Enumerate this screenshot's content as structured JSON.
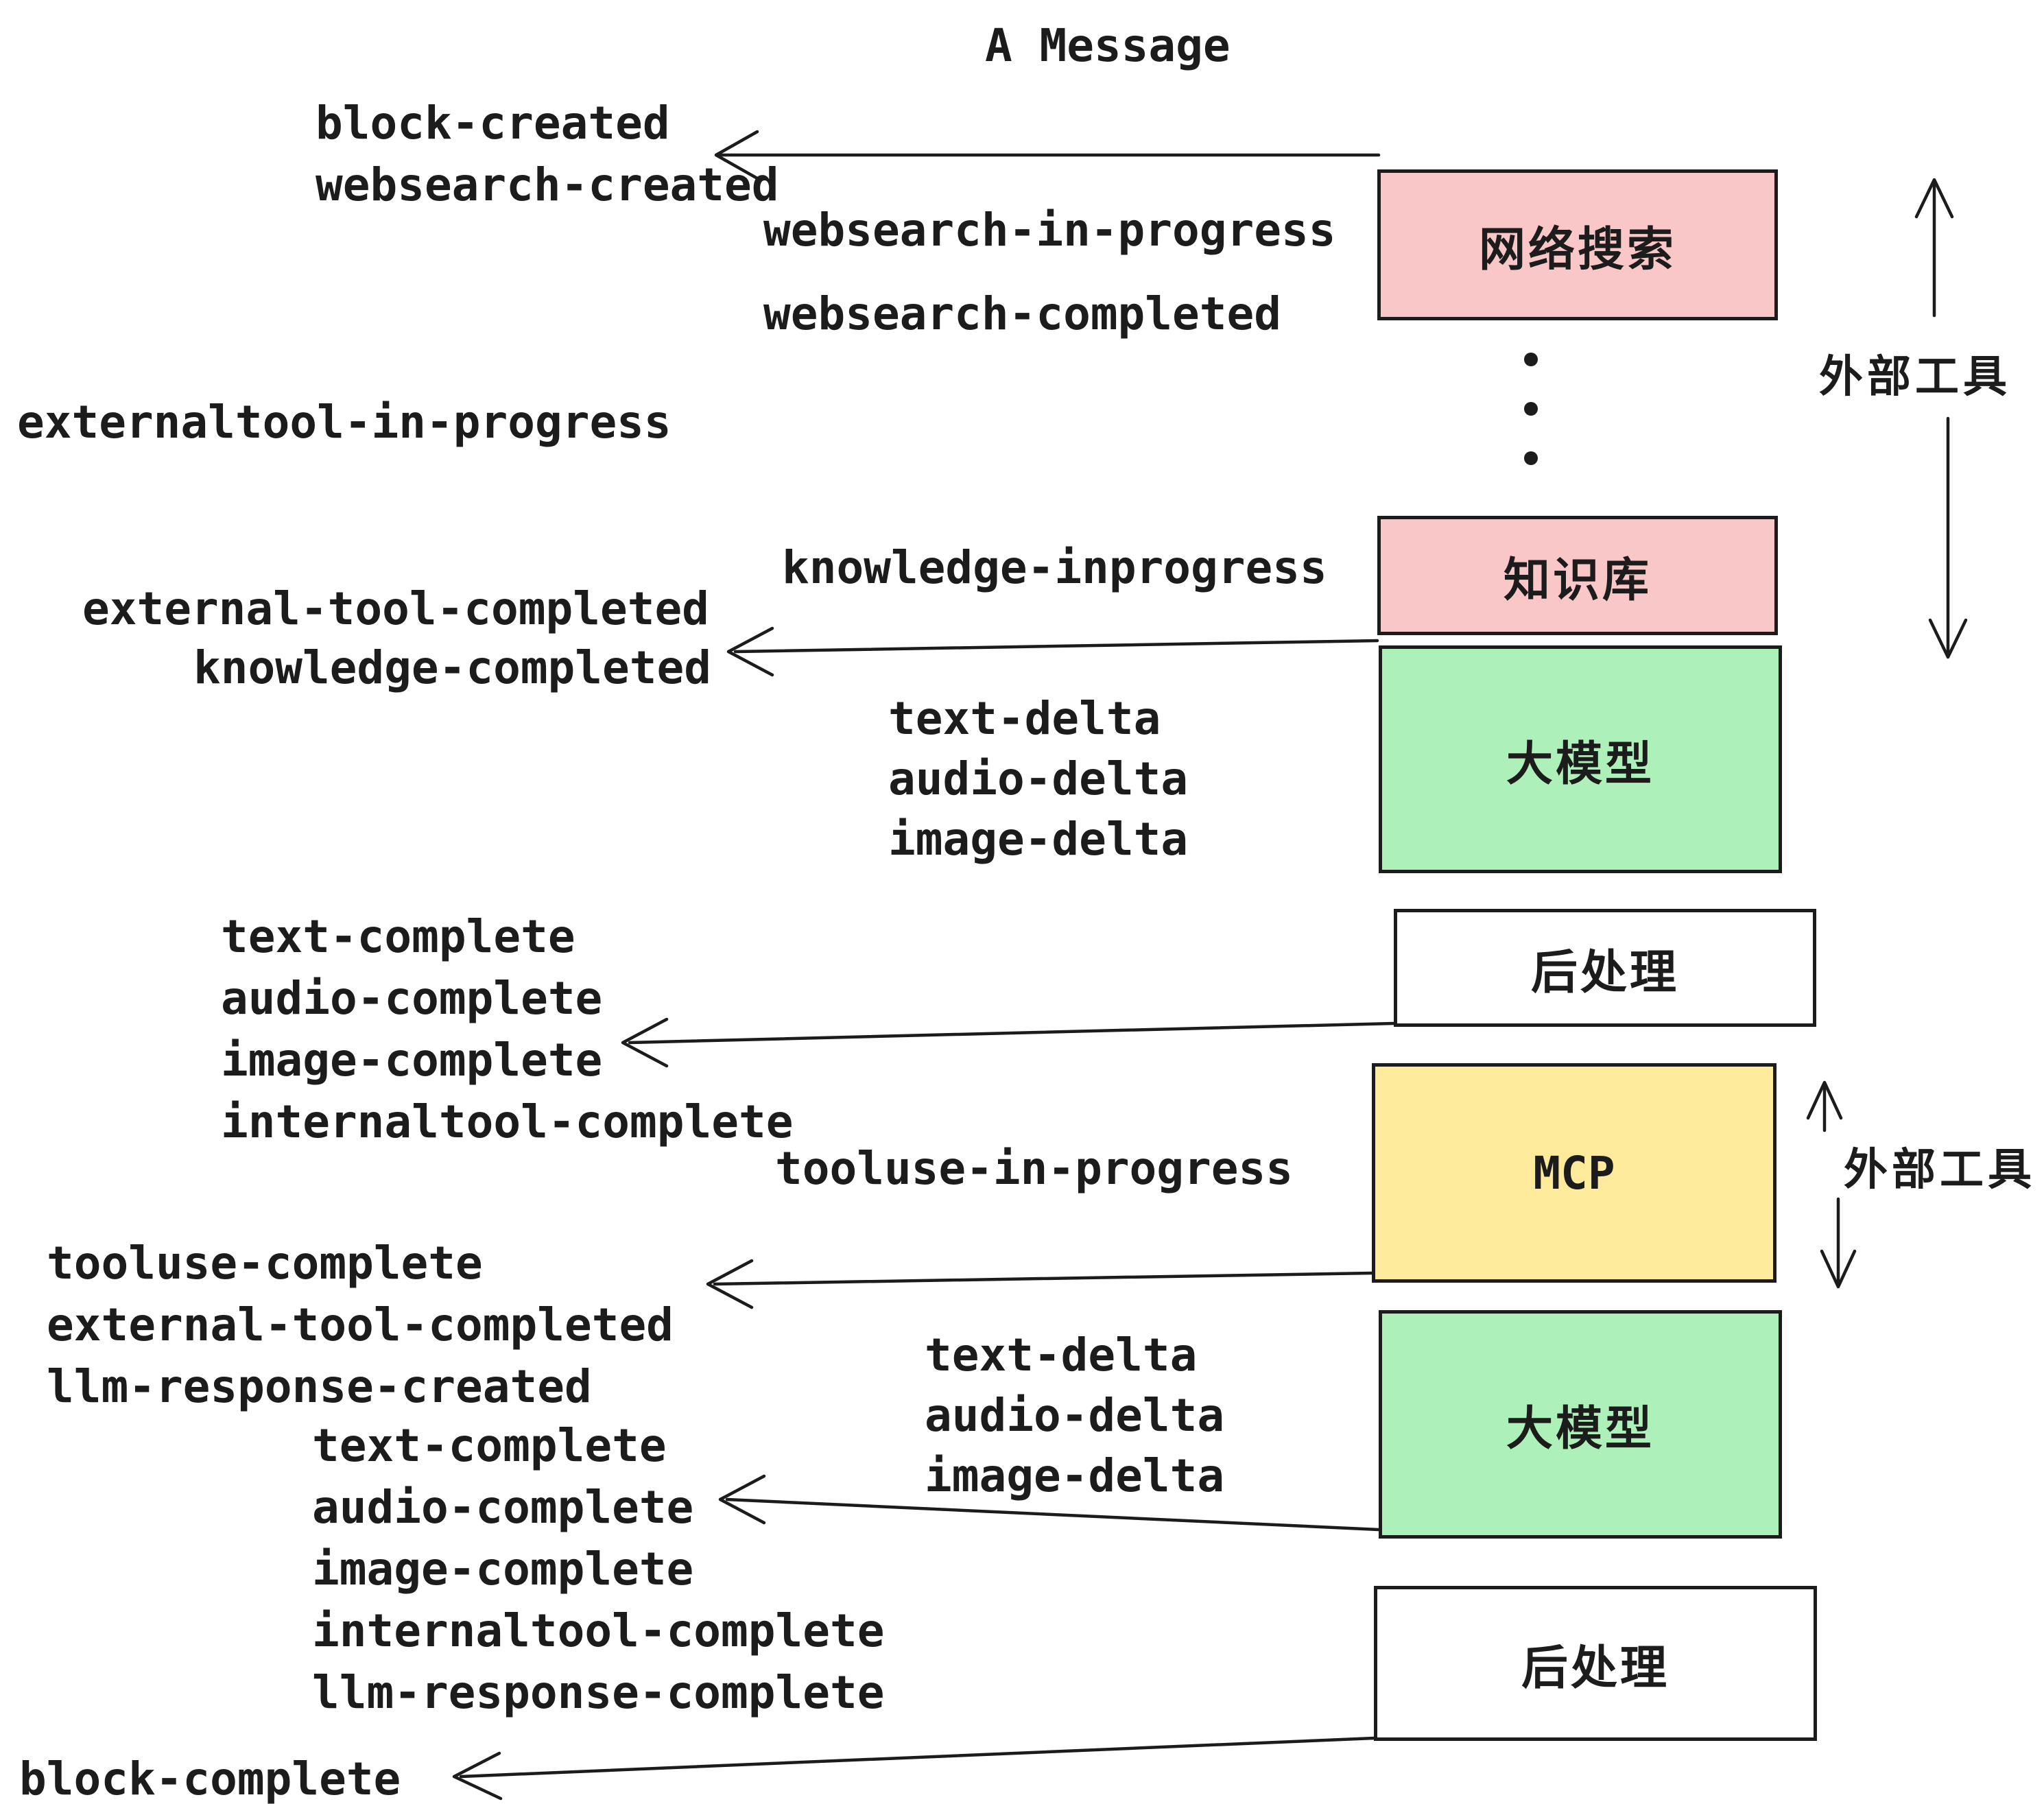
{
  "title": "A Message",
  "events": {
    "block_created": "block-created",
    "websearch_created": "websearch-created",
    "websearch_in_progress": "websearch-in-progress",
    "websearch_completed": "websearch-completed",
    "externaltool_in_progress": "externaltool-in-progress",
    "knowledge_inprogress": "knowledge-inprogress",
    "external_tool_completed_1": "external-tool-completed",
    "knowledge_completed": "knowledge-completed",
    "text_delta_1": "text-delta",
    "audio_delta_1": "audio-delta",
    "image_delta_1": "image-delta",
    "text_complete_1": "text-complete",
    "audio_complete_1": "audio-complete",
    "image_complete_1": "image-complete",
    "internaltool_complete_1": "internaltool-complete",
    "tooluse_in_progress": "tooluse-in-progress",
    "tooluse_complete": "tooluse-complete",
    "external_tool_completed_2": "external-tool-completed",
    "llm_response_created": "llm-response-created",
    "text_delta_2": "text-delta",
    "audio_delta_2": "audio-delta",
    "image_delta_2": "image-delta",
    "text_complete_2": "text-complete",
    "audio_complete_2": "audio-complete",
    "image_complete_2": "image-complete",
    "internaltool_complete_2": "internaltool-complete",
    "llm_response_complete": "llm-response-complete",
    "block_complete": "block-complete"
  },
  "boxes": {
    "websearch": {
      "label": "网络搜索",
      "color": "#f9c7c7"
    },
    "knowledge": {
      "label": "知识库",
      "color": "#f9c7c7"
    },
    "llm_1": {
      "label": "大模型",
      "color": "#aef0ba"
    },
    "postprocess_1": {
      "label": "后处理",
      "color": "#ffffff"
    },
    "mcp": {
      "label": "MCP",
      "color": "#fdea9a"
    },
    "llm_2": {
      "label": "大模型",
      "color": "#aef0ba"
    },
    "postprocess_2": {
      "label": "后处理",
      "color": "#ffffff"
    }
  },
  "annotations": {
    "external_tools_1": "外部工具",
    "external_tools_2": "外部工具"
  },
  "colors": {
    "ink": "#1c1c1c",
    "pink": "#f9c7c7",
    "green": "#aef0ba",
    "yellow": "#fdea9a",
    "white": "#ffffff"
  }
}
